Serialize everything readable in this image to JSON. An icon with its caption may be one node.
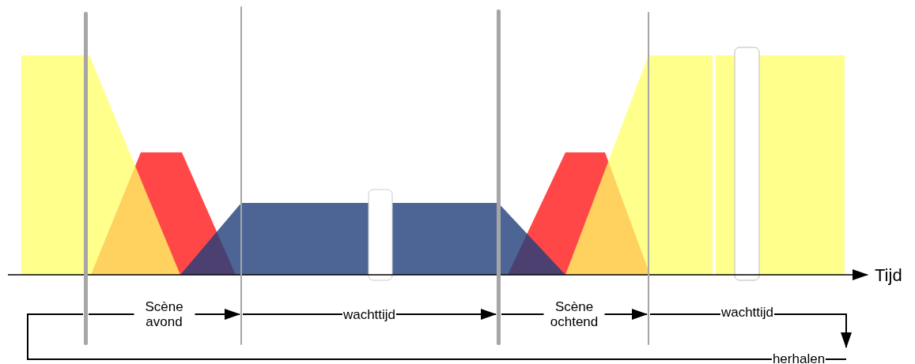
{
  "diagram": {
    "nodes": [
      {
        "text": [],
        "shape": "bar"
      },
      {
        "text": [],
        "shape": "bar"
      },
      {
        "text": [],
        "shape": "bar"
      },
      {
        "text": [],
        "shape": "bar"
      }
    ],
    "edges": [
      {
        "from": 0,
        "to": 1,
        "arrow": "to",
        "label": "Scène avond"
      },
      {
        "from": 1,
        "to": 2,
        "arrow": "to",
        "label": "wachttijd"
      },
      {
        "from": 2,
        "to": 3,
        "arrow": "to",
        "label": "Scène ochtend"
      },
      {
        "from": 3,
        "to": null,
        "arrow": "to",
        "label": "wachttijd"
      },
      {
        "from": null,
        "to": 0,
        "arrow": "none",
        "label": "herhalen"
      }
    ],
    "labels": [
      "Tijd"
    ]
  }
}
